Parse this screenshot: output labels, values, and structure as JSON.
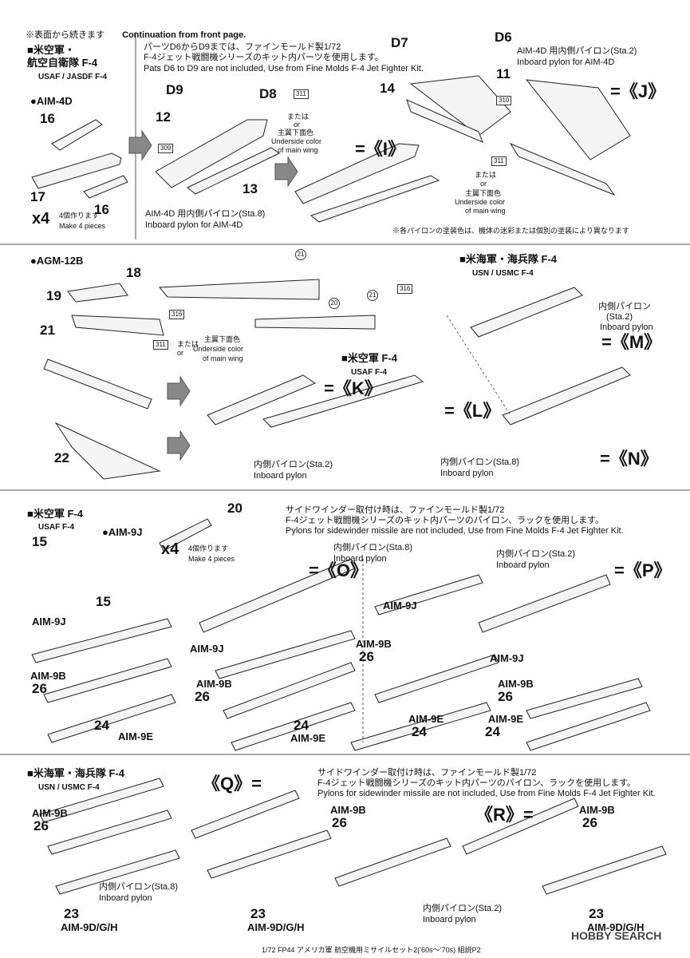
{
  "header": {
    "continued_jp": "※表面から続きます",
    "continued_en": "Continuation from front page.",
    "note_jp_1": "パーツD6からD9までは、ファインモールド製1/72",
    "note_jp_2": "F-4ジェット戦闘機シリーズのキット内パーツを使用します。",
    "note_en": "Pats D6 to D9 are not included, Use from Fine Molds F-4 Jet Fighter Kit."
  },
  "sec1": {
    "title_jp_1": "■米空軍・",
    "title_jp_2": "航空自衛隊 F-4",
    "title_en": "USAF / JASDF F-4",
    "missile": "●AIM-4D",
    "p16a": "16",
    "p17": "17",
    "p16b": "16",
    "x4": "x4",
    "make4_jp": "4個作ります",
    "make4_en": "Make 4 pieces",
    "d9": "D9",
    "d8": "D8",
    "p12": "12",
    "p13": "13",
    "c309": "309",
    "c311": "311",
    "or_jp": "または",
    "or_en": "or",
    "under_jp": "主翼下面色",
    "under_en_1": "Underside color",
    "under_en_2": "of main wing",
    "sta8_jp": "AIM-4D 用内側パイロン(Sta.8)",
    "sta8_en": "Inboard pylon for AIM-4D",
    "eq_i": "=《I》",
    "d7": "D7",
    "d6": "D6",
    "p11": "11",
    "p14": "14",
    "c310": "310",
    "c311b": "311",
    "sta2_jp": "AIM-4D 用内側パイロン(Sta.2)",
    "sta2_en": "Inboard pylon for AIM-4D",
    "eq_j": "=《J》",
    "or2_jp": "または",
    "or2_en": "or",
    "under2_jp": "主翼下面色",
    "under2_en_1": "Underside color",
    "under2_en_2": "of main wing",
    "footnote": "※各パイロンの塗装色は、機体の迷彩または個別の塗装により異なります"
  },
  "sec2": {
    "missile": "●AGM-12B",
    "p18": "18",
    "p19": "19",
    "p21": "21",
    "p22": "22",
    "c21a": "21",
    "c316a": "316",
    "c20": "20",
    "c21b": "21",
    "c316b": "316",
    "c311": "311",
    "or_jp": "または",
    "or_en": "or",
    "under_jp": "主翼下面色",
    "under_en_1": "Underside color",
    "under_en_2": "of main wing",
    "usaf_jp": "■米空軍 F-4",
    "usaf_en": "USAF F-4",
    "eq_k": "=《K》",
    "eq_l": "=《L》",
    "sta2_jp": "内側パイロン(Sta.2)",
    "sta2_en": "Inboard pylon",
    "sta8_jp": "内側パイロン(Sta.8)",
    "sta8_en": "Inboard pylon",
    "usn_jp": "■米海軍・海兵隊 F-4",
    "usn_en": "USN / USMC F-4",
    "usn_sta2_jp": "内側パイロン",
    "usn_sta2_sta": "(Sta.2)",
    "usn_sta2_en": "Inboard pylon",
    "eq_m": "=《M》",
    "eq_n": "=《N》"
  },
  "sec3": {
    "title_jp": "■米空軍 F-4",
    "title_en": "USAF F-4",
    "missile": "●AIM-9J",
    "p20": "20",
    "p15a": "15",
    "p15b": "15",
    "x4": "x4",
    "make4_jp": "4個作ります",
    "make4_en": "Make 4 pieces",
    "note_jp_1": "サイドワインダー取付け時は、ファインモールド製1/72",
    "note_jp_2": "F-4ジェット戦闘機シリーズのキット内パーツのパイロン、ラックを使用します。",
    "note_en": "Pylons for sidewinder missile are not included, Use from Fine Molds F-4 Jet Fighter Kit.",
    "sta8_jp": "内側パイロン(Sta.8)",
    "sta8_en": "Inboard pylon",
    "eq_o": "=《O》",
    "sta2_jp": "内側パイロン(Sta.2)",
    "sta2_en": "Inboard pylon",
    "eq_p": "=《P》",
    "l_aim9j_a": "AIM-9J",
    "l_aim9j_b": "AIM-9J",
    "l_aim9j_c": "AIM-9J",
    "l_aim9j_d": "AIM-9J",
    "l_aim9b_a": "AIM-9B",
    "l_26a": "26",
    "l_aim9b_b": "AIM-9B",
    "l_26b": "26",
    "l_aim9b_c": "AIM-9B",
    "l_26c": "26",
    "l_aim9b_d": "AIM-9B",
    "l_26d": "26",
    "l_24a": "24",
    "l_aim9e_a": "AIM-9E",
    "l_24b": "24",
    "l_aim9e_b": "AIM-9E",
    "l_aim9e_c": "AIM-9E",
    "l_24c": "24",
    "l_aim9e_d": "AIM-9E",
    "l_24d": "24"
  },
  "sec4": {
    "title_jp": "■米海軍・海兵隊 F-4",
    "title_en": "USN / USMC F-4",
    "eq_q": "《Q》=",
    "note_jp_1": "サイドワインダー取付け時は、ファインモールド製1/72",
    "note_jp_2": "F-4ジェット戦闘機シリーズのキット内パーツのパイロン、ラックを使用します。",
    "note_en": "Pylons for sidewinder missile are not included, Use from Fine Molds F-4 Jet Fighter Kit.",
    "eq_r": "《R》=",
    "l_aim9b_a": "AIM-9B",
    "l_26a": "26",
    "l_aim9b_b": "AIM-9B",
    "l_26b": "26",
    "l_aim9b_c": "AIM-9B",
    "l_26c": "26",
    "sta8_jp": "内側パイロン(Sta.8)",
    "sta8_en": "Inboard pylon",
    "sta2_jp": "内側パイロン(Sta.2)",
    "sta2_en": "Inboard pylon",
    "l_23a": "23",
    "l_aim9d_a": "AIM-9D/G/H",
    "l_23b": "23",
    "l_aim9d_b": "AIM-9D/G/H",
    "l_23c": "23",
    "l_aim9d_c": "AIM-9D/G/H"
  },
  "footer": {
    "text": "1/72 FP44 アメリカ軍 航空機用ミサイルセット2(’60s～’70s) 組説P2",
    "watermark": "HOBBY SEARCH"
  }
}
